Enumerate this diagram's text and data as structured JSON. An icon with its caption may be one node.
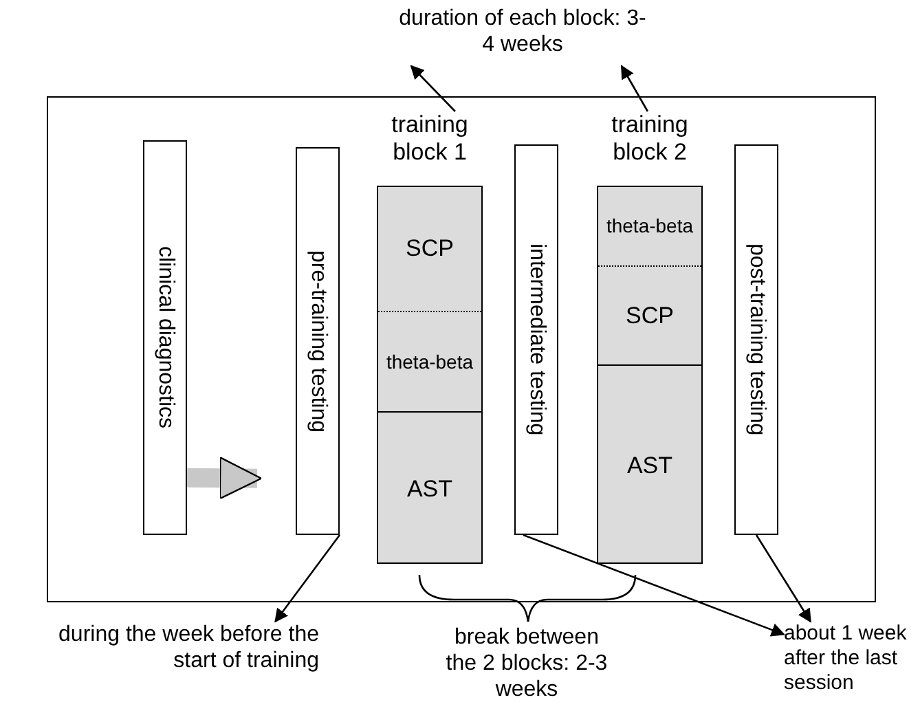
{
  "diagram": {
    "nodes": [
      {
        "text": [],
        "shape": "box"
      },
      {
        "text": [
          "clinical diagnostics"
        ],
        "in": 0
      },
      {
        "text": [
          "pre-training testing"
        ],
        "in": 0
      },
      {
        "text": [
          "training block 1"
        ],
        "in": 0
      },
      {
        "text": [
          "SCP"
        ],
        "in": 3
      },
      {
        "text": [
          "theta-beta"
        ],
        "in": 3
      },
      {
        "text": [
          "AST"
        ],
        "in": 3
      },
      {
        "text": [
          "intermediate testing"
        ],
        "in": 0
      },
      {
        "text": [
          "training block 2"
        ],
        "in": 0
      },
      {
        "text": [
          "theta-beta"
        ],
        "in": 8
      },
      {
        "text": [
          "SCP"
        ],
        "in": 8
      },
      {
        "text": [
          "AST"
        ],
        "in": 8
      },
      {
        "text": [
          "post-training testing"
        ],
        "in": 0
      },
      {
        "text": [
          "duration of each block: 3-4 weeks"
        ]
      },
      {
        "text": [
          "during the week before the start of training"
        ]
      },
      {
        "text": [
          "about 1 week after the last session"
        ]
      }
    ],
    "edges": [
      {
        "from": 1,
        "to": 2,
        "arrow": "to",
        "style": "thick",
        "color": "#c8c8c8"
      },
      {
        "from": 3,
        "to": 13,
        "arrow": "to"
      },
      {
        "from": 8,
        "to": 13,
        "arrow": "to"
      },
      {
        "from": 2,
        "to": 14,
        "arrow": "to"
      },
      {
        "from": 7,
        "to": 15,
        "arrow": "to"
      },
      {
        "from": 12,
        "to": 15,
        "arrow": "to"
      }
    ],
    "labels": [
      "break between the 2 blocks: 2-3 weeks"
    ]
  }
}
